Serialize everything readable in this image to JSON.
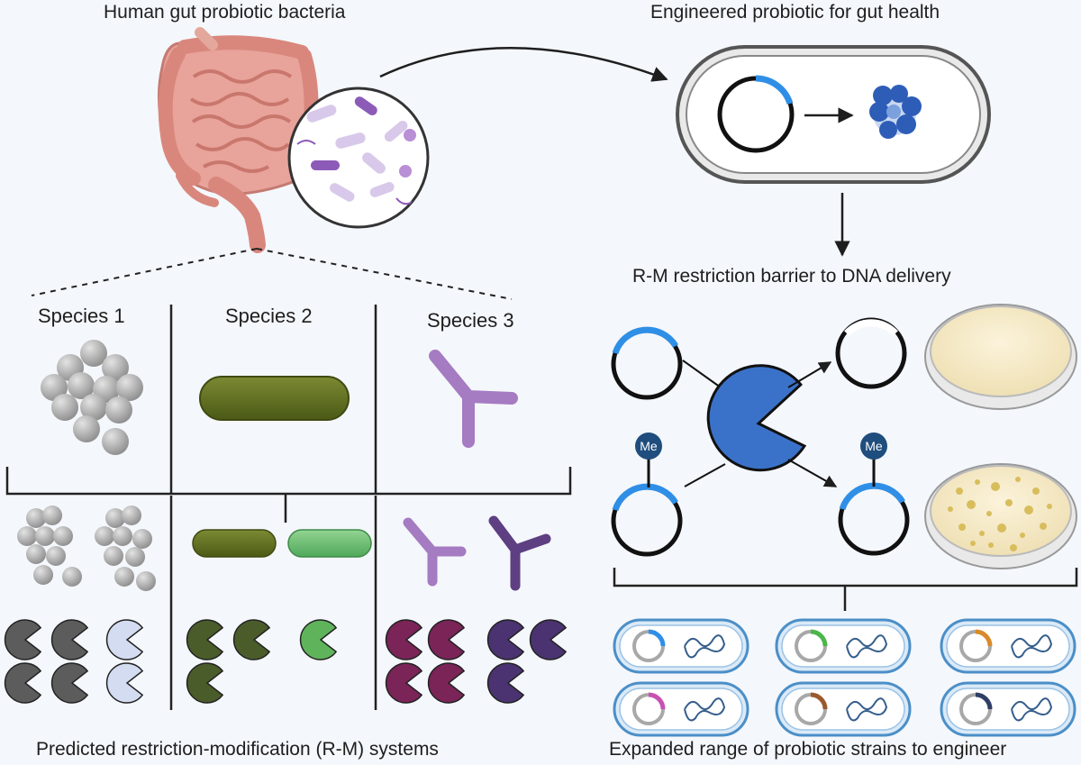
{
  "titles": {
    "top_left": "Human gut probiotic bacteria",
    "top_right": "Engineered probiotic for gut health",
    "middle_right": "R-M restriction barrier to DNA delivery",
    "bottom_left": "Predicted restriction-modification (R-M) systems",
    "bottom_right": "Expanded range of probiotic strains to engineer"
  },
  "species": [
    "Species 1",
    "Species 2",
    "Species 3"
  ],
  "methyl_label": "Me",
  "colors": {
    "coccus_gray": "#a3a3a3",
    "rod_olive": "#5a6a1f",
    "rod_green": "#6fbf73",
    "branch_light_purple": "#a57bc2",
    "branch_dark_purple": "#5e3f82",
    "enzyme_blue": "#3b72c9",
    "plasmid_blue": "#2f8fe6",
    "protein_blue": "#2e5db8",
    "methyl_navy": "#1f4d7d",
    "pac_dark_gray": "#5c5c5c",
    "pac_pale_blue": "#d3dcf0",
    "pac_dark_olive": "#4b5c2b",
    "pac_green": "#5fb45b",
    "pac_magenta": "#7a2458",
    "pac_indigo": "#4a3370",
    "petri_agar": "#f5e9c7",
    "colony_gold": "#d8bd5c"
  },
  "strain_plasmid_colors": [
    "#2f8fe6",
    "#4cb648",
    "#d98a2b",
    "#c752b3",
    "#9a5a2e",
    "#2f3f66"
  ]
}
